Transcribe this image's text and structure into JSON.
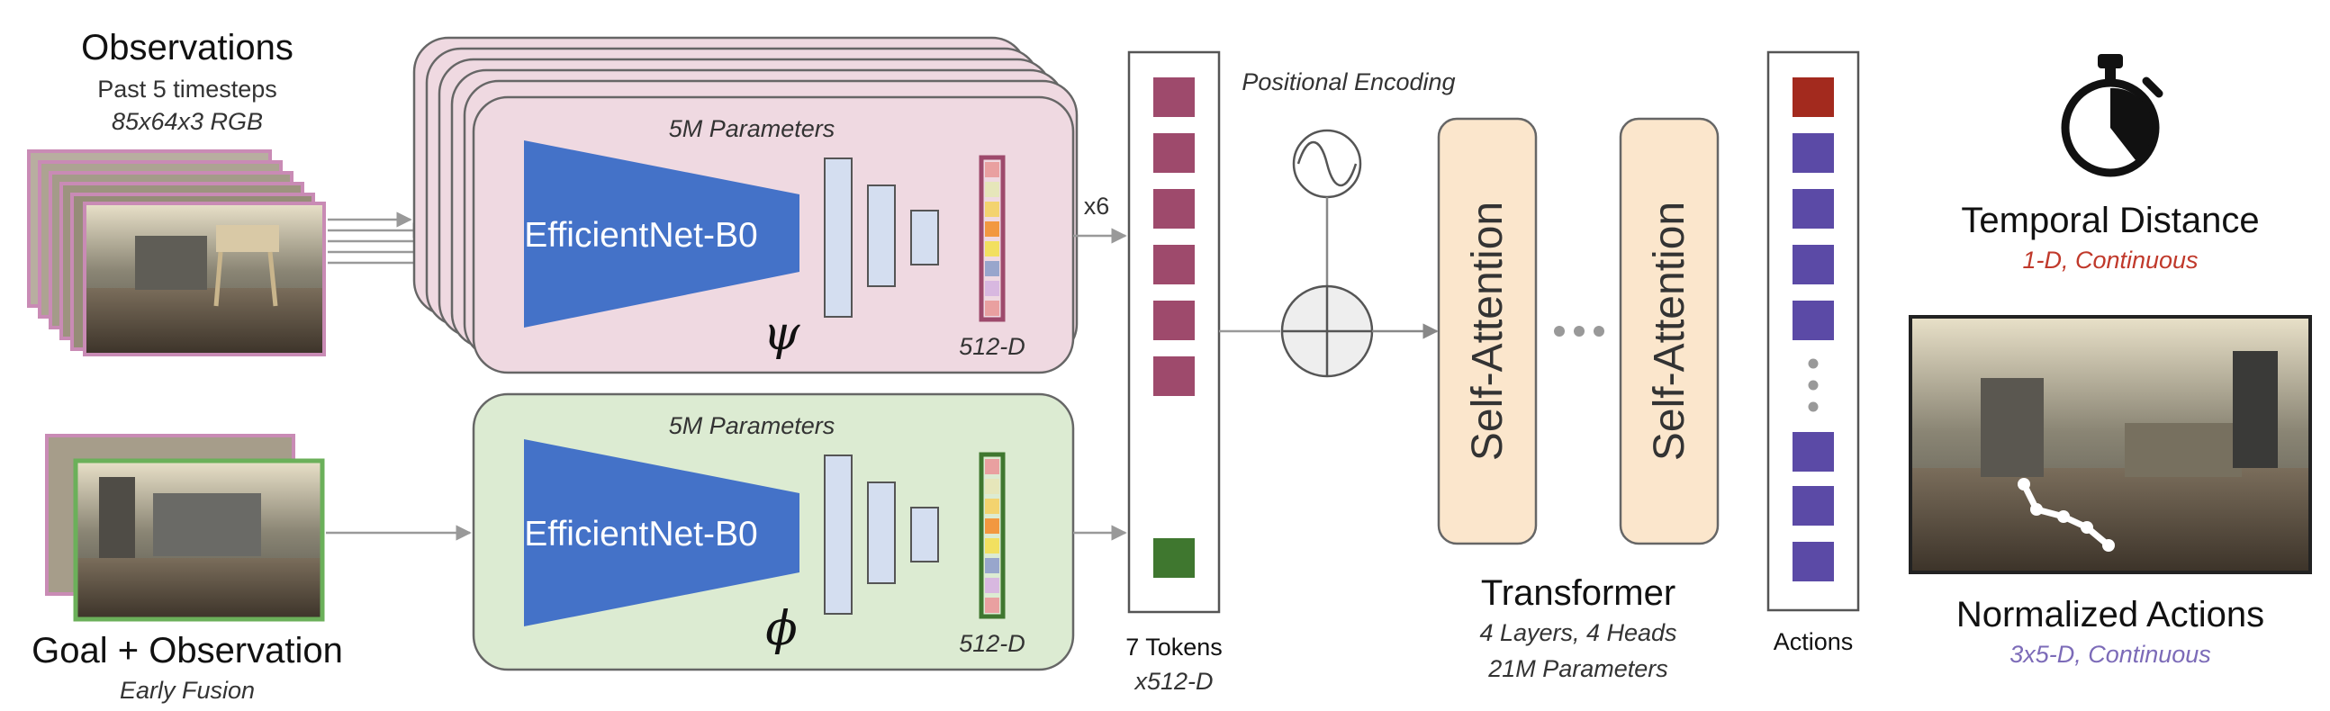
{
  "observations": {
    "title": "Observations",
    "subtitle": "Past 5 timesteps",
    "detail": "85x64x3 RGB"
  },
  "goal": {
    "title": "Goal + Observation",
    "subtitle": "Early Fusion"
  },
  "obs_encoder": {
    "params": "5M Parameters",
    "name": "EfficientNet-B0",
    "symbol": "ψ",
    "dim": "512-D",
    "repeat": "x6"
  },
  "goal_encoder": {
    "params": "5M Parameters",
    "name": "EfficientNet-B0",
    "symbol": "ϕ",
    "dim": "512-D"
  },
  "tokens": {
    "label": "7 Tokens",
    "sublabel": "x512-D"
  },
  "positional_encoding": {
    "label": "Positional Encoding"
  },
  "transformer": {
    "block1": "Self-Attention",
    "block2": "Self-Attention",
    "title": "Transformer",
    "detail1": "4 Layers, 4 Heads",
    "detail2": "21M Parameters"
  },
  "actions": {
    "label": "Actions"
  },
  "outputs": {
    "temporal_title": "Temporal Distance",
    "temporal_sub": "1-D, Continuous",
    "actions_title": "Normalized Actions",
    "actions_sub": "3x5-D, Continuous"
  },
  "colors": {
    "obs_frame": "#c98bb5",
    "goal_frame": "#6bb05a",
    "obs_block": "#efd9e1",
    "goal_block": "#dcebd2",
    "encoder": "#4472c8",
    "token": "#9e4a6c",
    "goal_token": "#3f772f",
    "attention": "#fbe6cc",
    "temporal_token": "#a32a1e",
    "action_token": "#5b4aa6",
    "temporal_text": "#c0392b",
    "actions_text": "#7c6bb8"
  }
}
